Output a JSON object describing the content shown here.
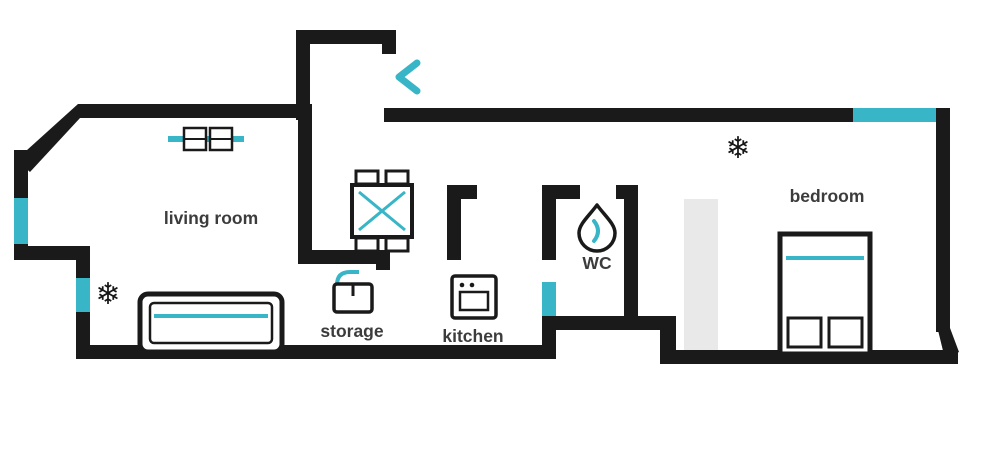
{
  "floorplan": {
    "rooms": {
      "living_room": {
        "label": "living room"
      },
      "storage": {
        "label": "storage"
      },
      "kitchen": {
        "label": "kitchen"
      },
      "wc": {
        "label": "WC"
      },
      "bedroom": {
        "label": "bedroom"
      }
    },
    "icons": {
      "snowflake": {
        "name": "snowflake-icon",
        "glyph": "❄"
      },
      "entrance_chevron": {
        "name": "chevron-left-icon",
        "glyph": "❮"
      },
      "radiator": {
        "name": "radiator-icon"
      },
      "sofa": {
        "name": "sofa-icon"
      },
      "dining_table": {
        "name": "dining-table-icon"
      },
      "storage_box": {
        "name": "storage-box-icon"
      },
      "oven": {
        "name": "oven-icon"
      },
      "water_drop": {
        "name": "water-drop-icon"
      },
      "double_bed": {
        "name": "double-bed-icon"
      }
    },
    "colors": {
      "wall": "#1a1a1a",
      "accent": "#38b5c6",
      "shaft": "#e9e9e9",
      "text": "#3c3c3c",
      "bg": "#ffffff"
    }
  }
}
